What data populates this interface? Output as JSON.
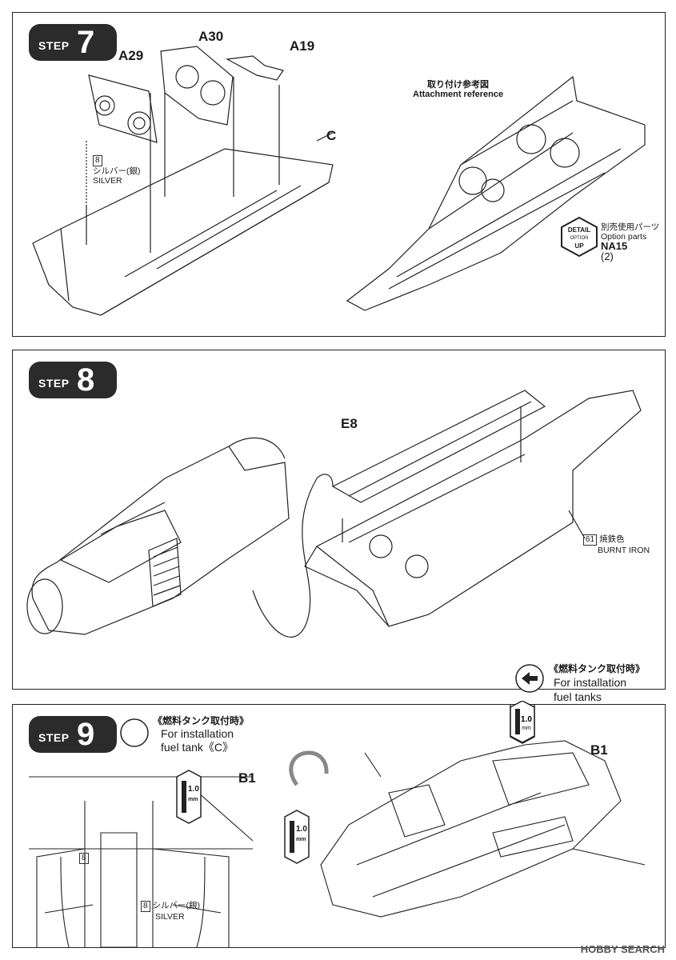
{
  "steps": [
    {
      "word": "STEP",
      "number": "7",
      "parts": {
        "a29": "A29",
        "a30": "A30",
        "a19": "A19",
        "c": "C"
      },
      "paint": {
        "code": "8",
        "jp": "シルバー(銀)",
        "en": "SILVER"
      },
      "reference": {
        "jp": "取り付け参考図",
        "en": "Attachment reference"
      },
      "detail_badge": {
        "top": "DETAIL",
        "mid": "OPTION",
        "bottom": "UP"
      },
      "option": {
        "jp": "別売使用パーツ",
        "en": "Option parts",
        "part": "NA15",
        "qty": "(2)"
      }
    },
    {
      "word": "STEP",
      "number": "8",
      "parts": {
        "e8": "E8"
      },
      "paint": {
        "code": "61",
        "jp": "焼鉄色",
        "en": "BURNT IRON"
      }
    },
    {
      "word": "STEP",
      "number": "9",
      "parts": {
        "b1_left": "B1",
        "b1_right": "B1"
      },
      "note_left": {
        "jp": "《燃料タンク取付時》",
        "en1": "For installation",
        "en2": "fuel tank《C》"
      },
      "note_right": {
        "jp": "《燃料タンク取付時》",
        "en1": "For installation",
        "en2": "fuel tanks"
      },
      "drill": "1.0",
      "drill_unit": "mm",
      "paint_code": "8",
      "paint": {
        "code": "8",
        "jp": "シルバー(銀)",
        "en": "SILVER"
      }
    }
  ],
  "watermark": "HOBBY SEARCH",
  "colors": {
    "badge": "#2b2b2b",
    "line": "#222222"
  }
}
